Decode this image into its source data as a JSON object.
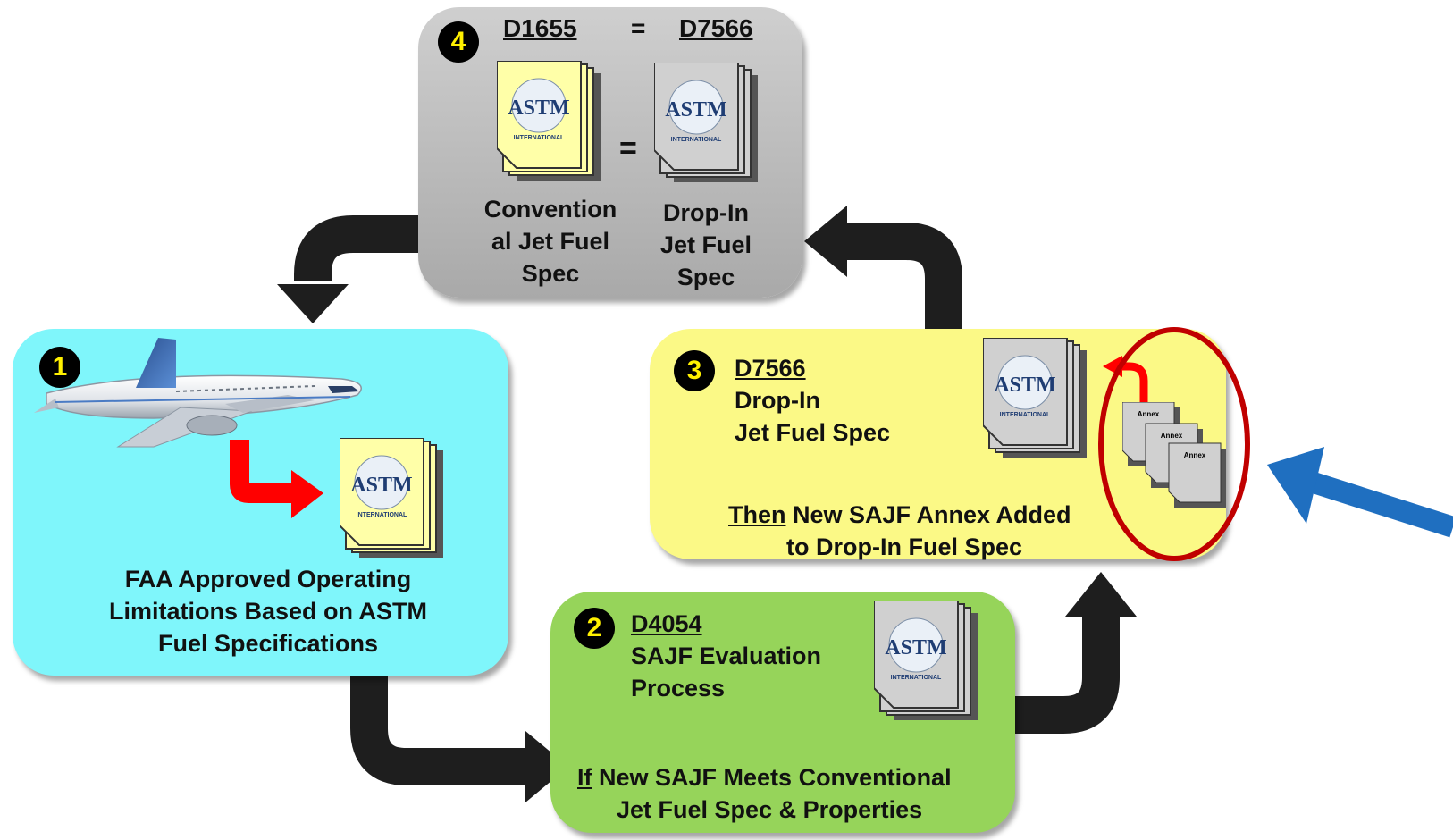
{
  "step4": {
    "number": "4",
    "left_code": "D1655",
    "equals": "=",
    "right_code": "D7566",
    "doc_equals": "=",
    "left_caption": "Convention\nal Jet Fuel\nSpec",
    "right_caption": "Drop-In\nJet Fuel\nSpec"
  },
  "step1": {
    "number": "1",
    "caption": "FAA Approved Operating\nLimitations Based on ASTM\nFuel Specifications"
  },
  "step3": {
    "number": "3",
    "code": "D7566",
    "title_line1": "Drop-In",
    "title_line2": "Jet Fuel Spec",
    "note_lead": "Then",
    "note_rest": " New SAJF Annex Added",
    "note_line2": "to Drop-In Fuel Spec",
    "annex_label": "Annex"
  },
  "step2": {
    "number": "2",
    "code": "D4054",
    "title_line1": "SAJF Evaluation",
    "title_line2": "Process",
    "note_lead": "If",
    "note_rest": " New SAJF Meets Conventional",
    "note_line2": "Jet Fuel Spec & Properties"
  },
  "astm_logo": {
    "text": "ASTM",
    "subtext": "INTERNATIONAL"
  },
  "colors": {
    "box4": "#b8b8b8",
    "box1": "#7ff6fb",
    "box3": "#fbf986",
    "box2": "#96d45a",
    "cycle_arrows": "#1e1e1e",
    "red_arrow": "#ff0000",
    "highlight_ellipse": "#c00000",
    "blue_arrow": "#1f6fc0",
    "doc_yellow": "#ffffa8",
    "doc_gray": "#d0d0d0"
  }
}
